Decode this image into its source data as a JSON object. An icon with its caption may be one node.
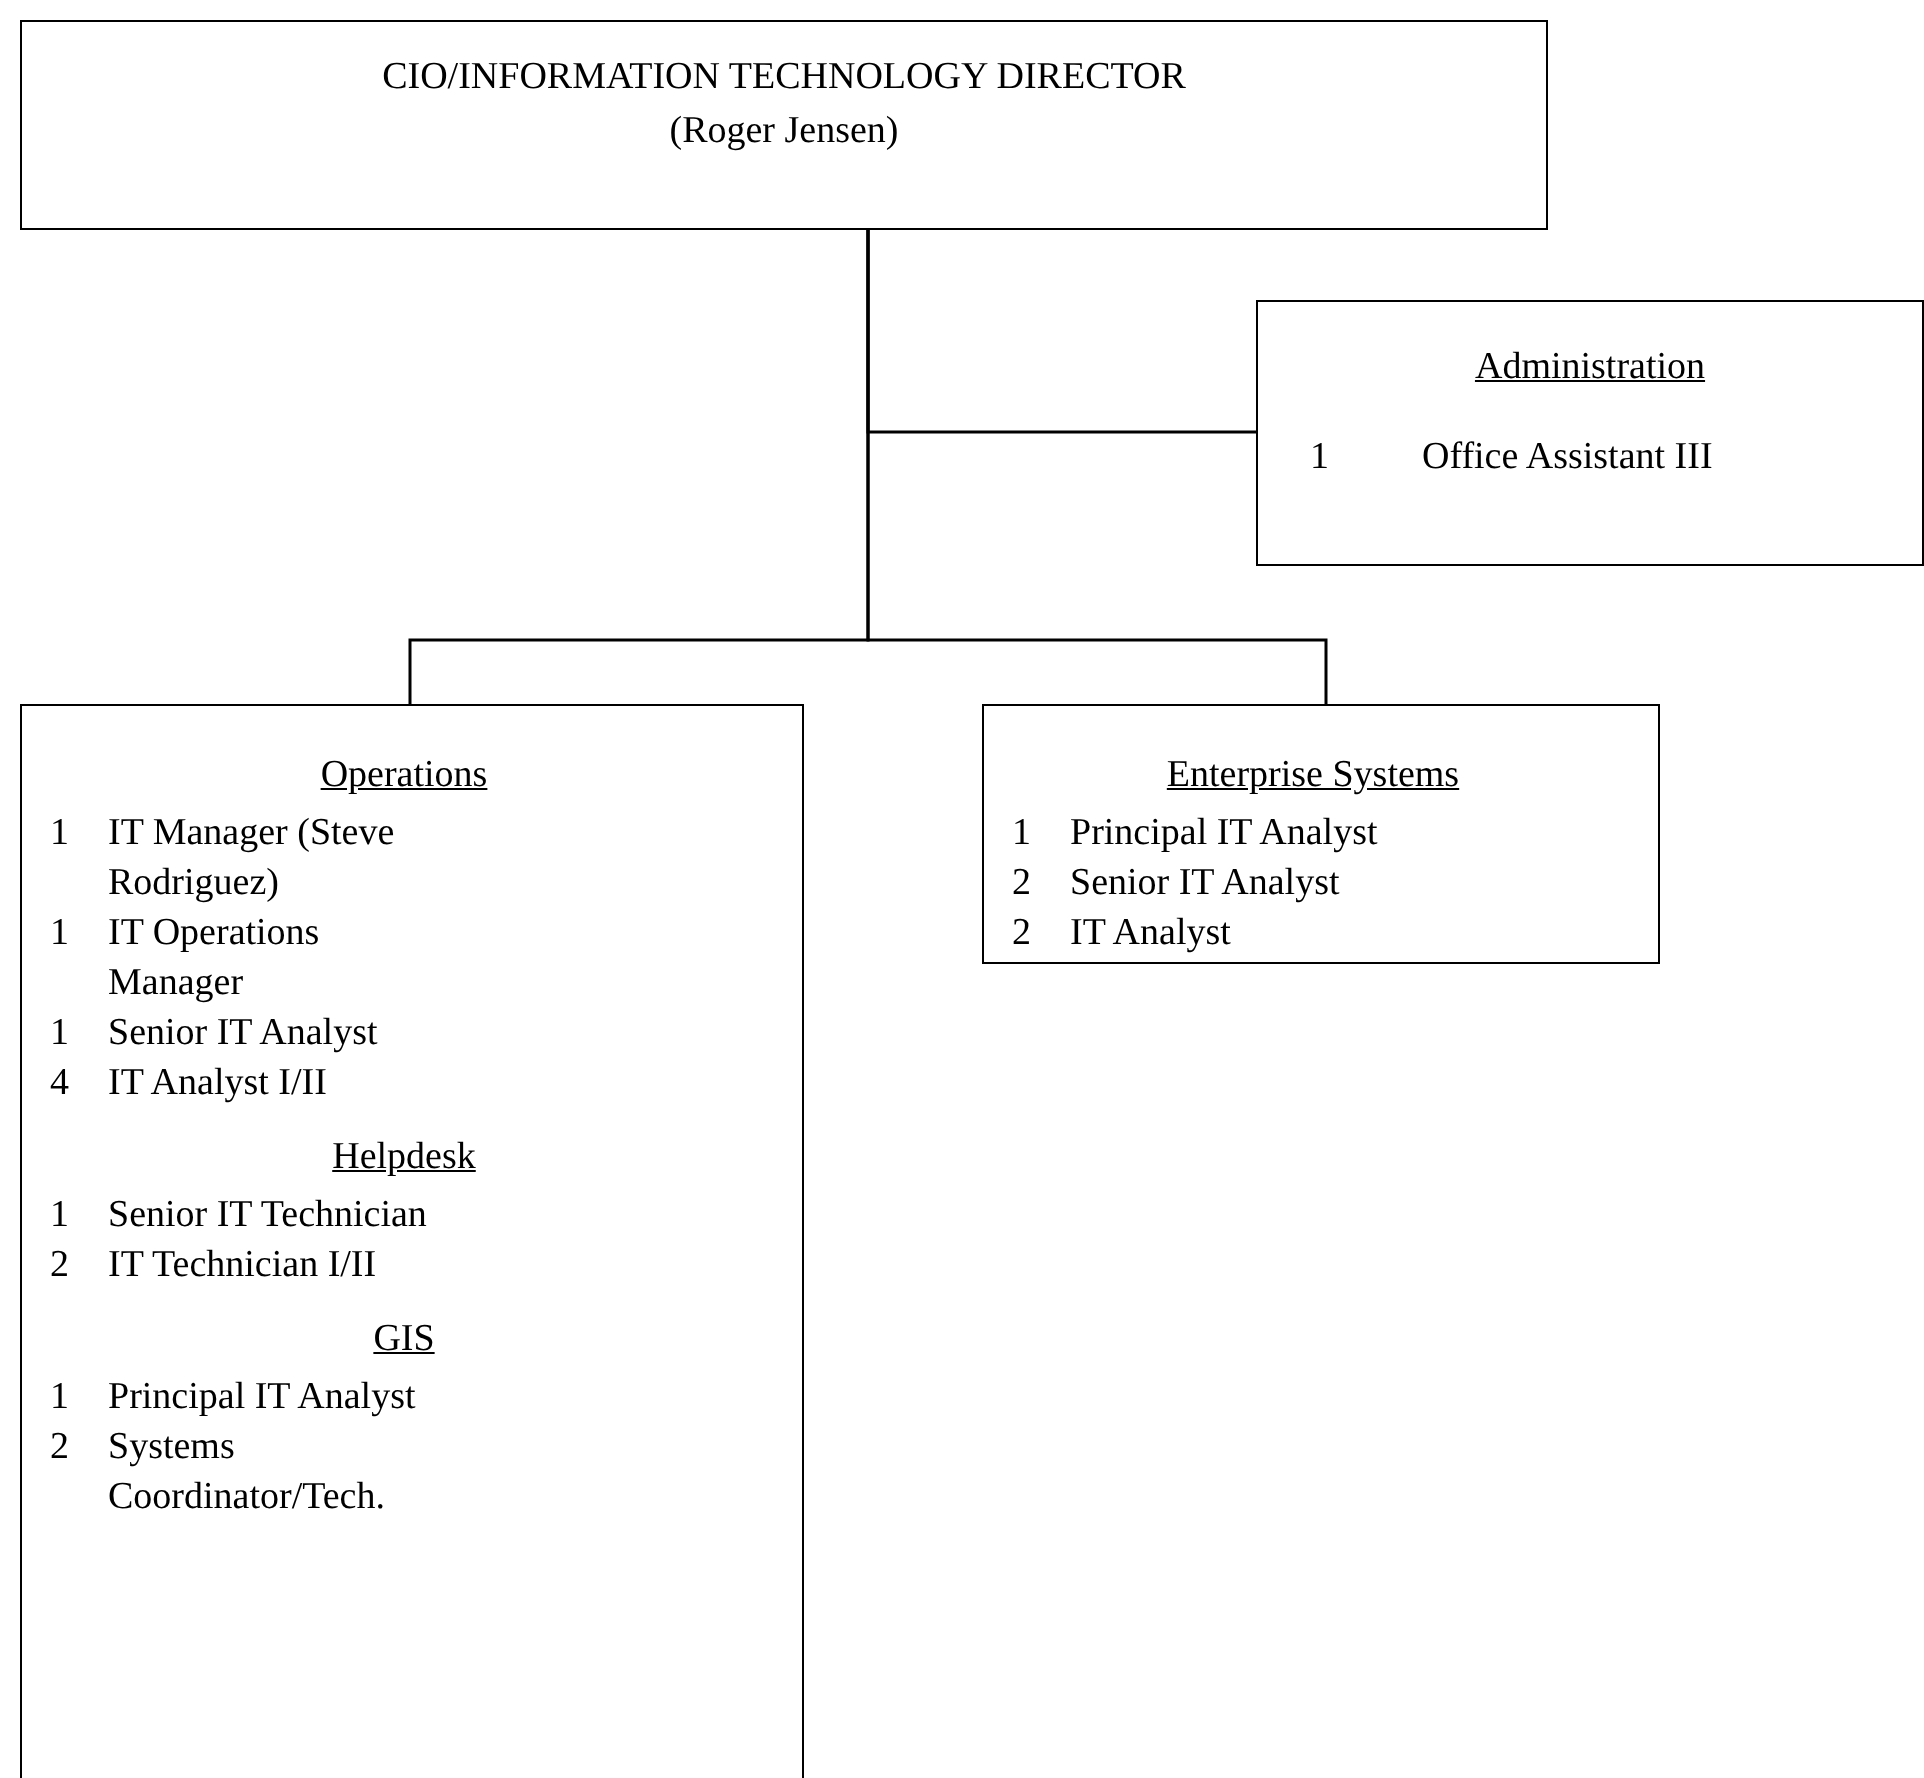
{
  "diagram": {
    "nodes": [
      {
        "text": [
          "CIO/INFORMATION TECHNOLOGY DIRECTOR",
          "(Roger Jensen)"
        ]
      },
      {
        "text": [
          "Administration",
          "1 Office Assistant III"
        ]
      },
      {
        "text": [
          "Operations",
          "1 IT Manager (Steve Rodriguez)",
          "1 IT Operations Manager",
          "1 Senior IT Analyst",
          "4 IT Analyst I/II",
          "Helpdesk",
          "1 Senior IT Technician",
          "2 IT Technician I/II",
          "GIS",
          "1 Principal IT Analyst",
          "2 Systems Coordinator/Tech."
        ]
      },
      {
        "text": [
          "Enterprise Systems",
          "1 Principal IT Analyst",
          "2 Senior IT Analyst",
          "2 IT Analyst"
        ]
      }
    ],
    "edges": [
      {
        "from": 0,
        "to": 1,
        "arrow": "none"
      },
      {
        "from": 0,
        "to": 2,
        "arrow": "none"
      },
      {
        "from": 0,
        "to": 3,
        "arrow": "none"
      }
    ]
  }
}
